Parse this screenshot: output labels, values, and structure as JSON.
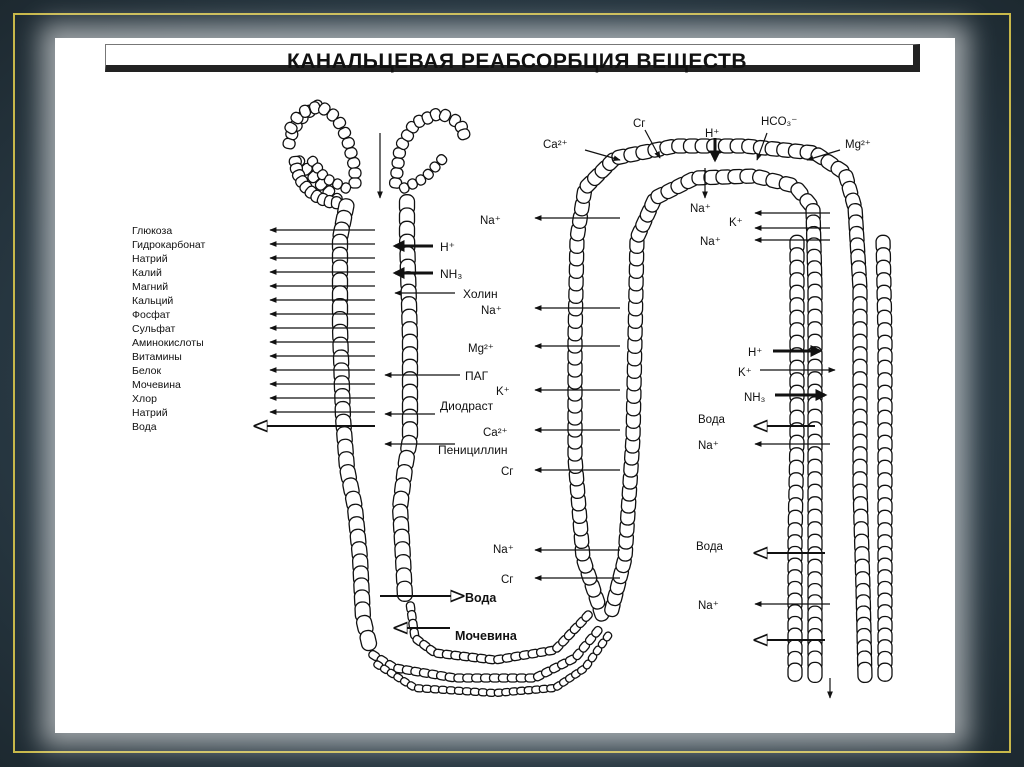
{
  "slide": {
    "title": "КАНАЛЬЦЕВАЯ РЕАБСОРБЦИЯ ВЕЩЕСТВ"
  },
  "proximal_left_labels": [
    "Глюкоза",
    "Гидрокарбонат",
    "Натрий",
    "Калий",
    "Магний",
    "Кальций",
    "Фосфат",
    "Сульфат",
    "Аминокислоты",
    "Витамины",
    "Белок",
    "Мочевина",
    "Хлор",
    "Натрий",
    "Вода"
  ],
  "proximal_secretion_labels": {
    "h": "H⁺",
    "nh3": "NH₃",
    "cholin": "Холин",
    "pag": "ПАГ",
    "diodrast": "Диодраст",
    "penicillin": "Пенициллин"
  },
  "loop_labels": {
    "voda": "Вода",
    "mochevina": "Мочевина"
  },
  "ascending_labels": {
    "na1": "Na⁺",
    "na2": "Na⁺",
    "mg": "Mg²⁺",
    "k": "K⁺",
    "ca": "Ca²⁺",
    "cl1": "Cг",
    "na3": "Na⁺",
    "cl2": "Cг"
  },
  "top_labels": {
    "ca": "Ca²⁺",
    "cl": "Cг",
    "h": "H⁺",
    "hco3": "HCO₃⁻",
    "mg": "Mg²⁺"
  },
  "distal_labels": {
    "na1": "Na⁺",
    "k1": "K⁺",
    "na2": "Na⁺",
    "h": "H⁺",
    "k2": "K⁺",
    "nh3": "NH₃",
    "voda1": "Вода",
    "na3": "Na⁺",
    "voda2": "Вода",
    "na4": "Na⁺"
  }
}
